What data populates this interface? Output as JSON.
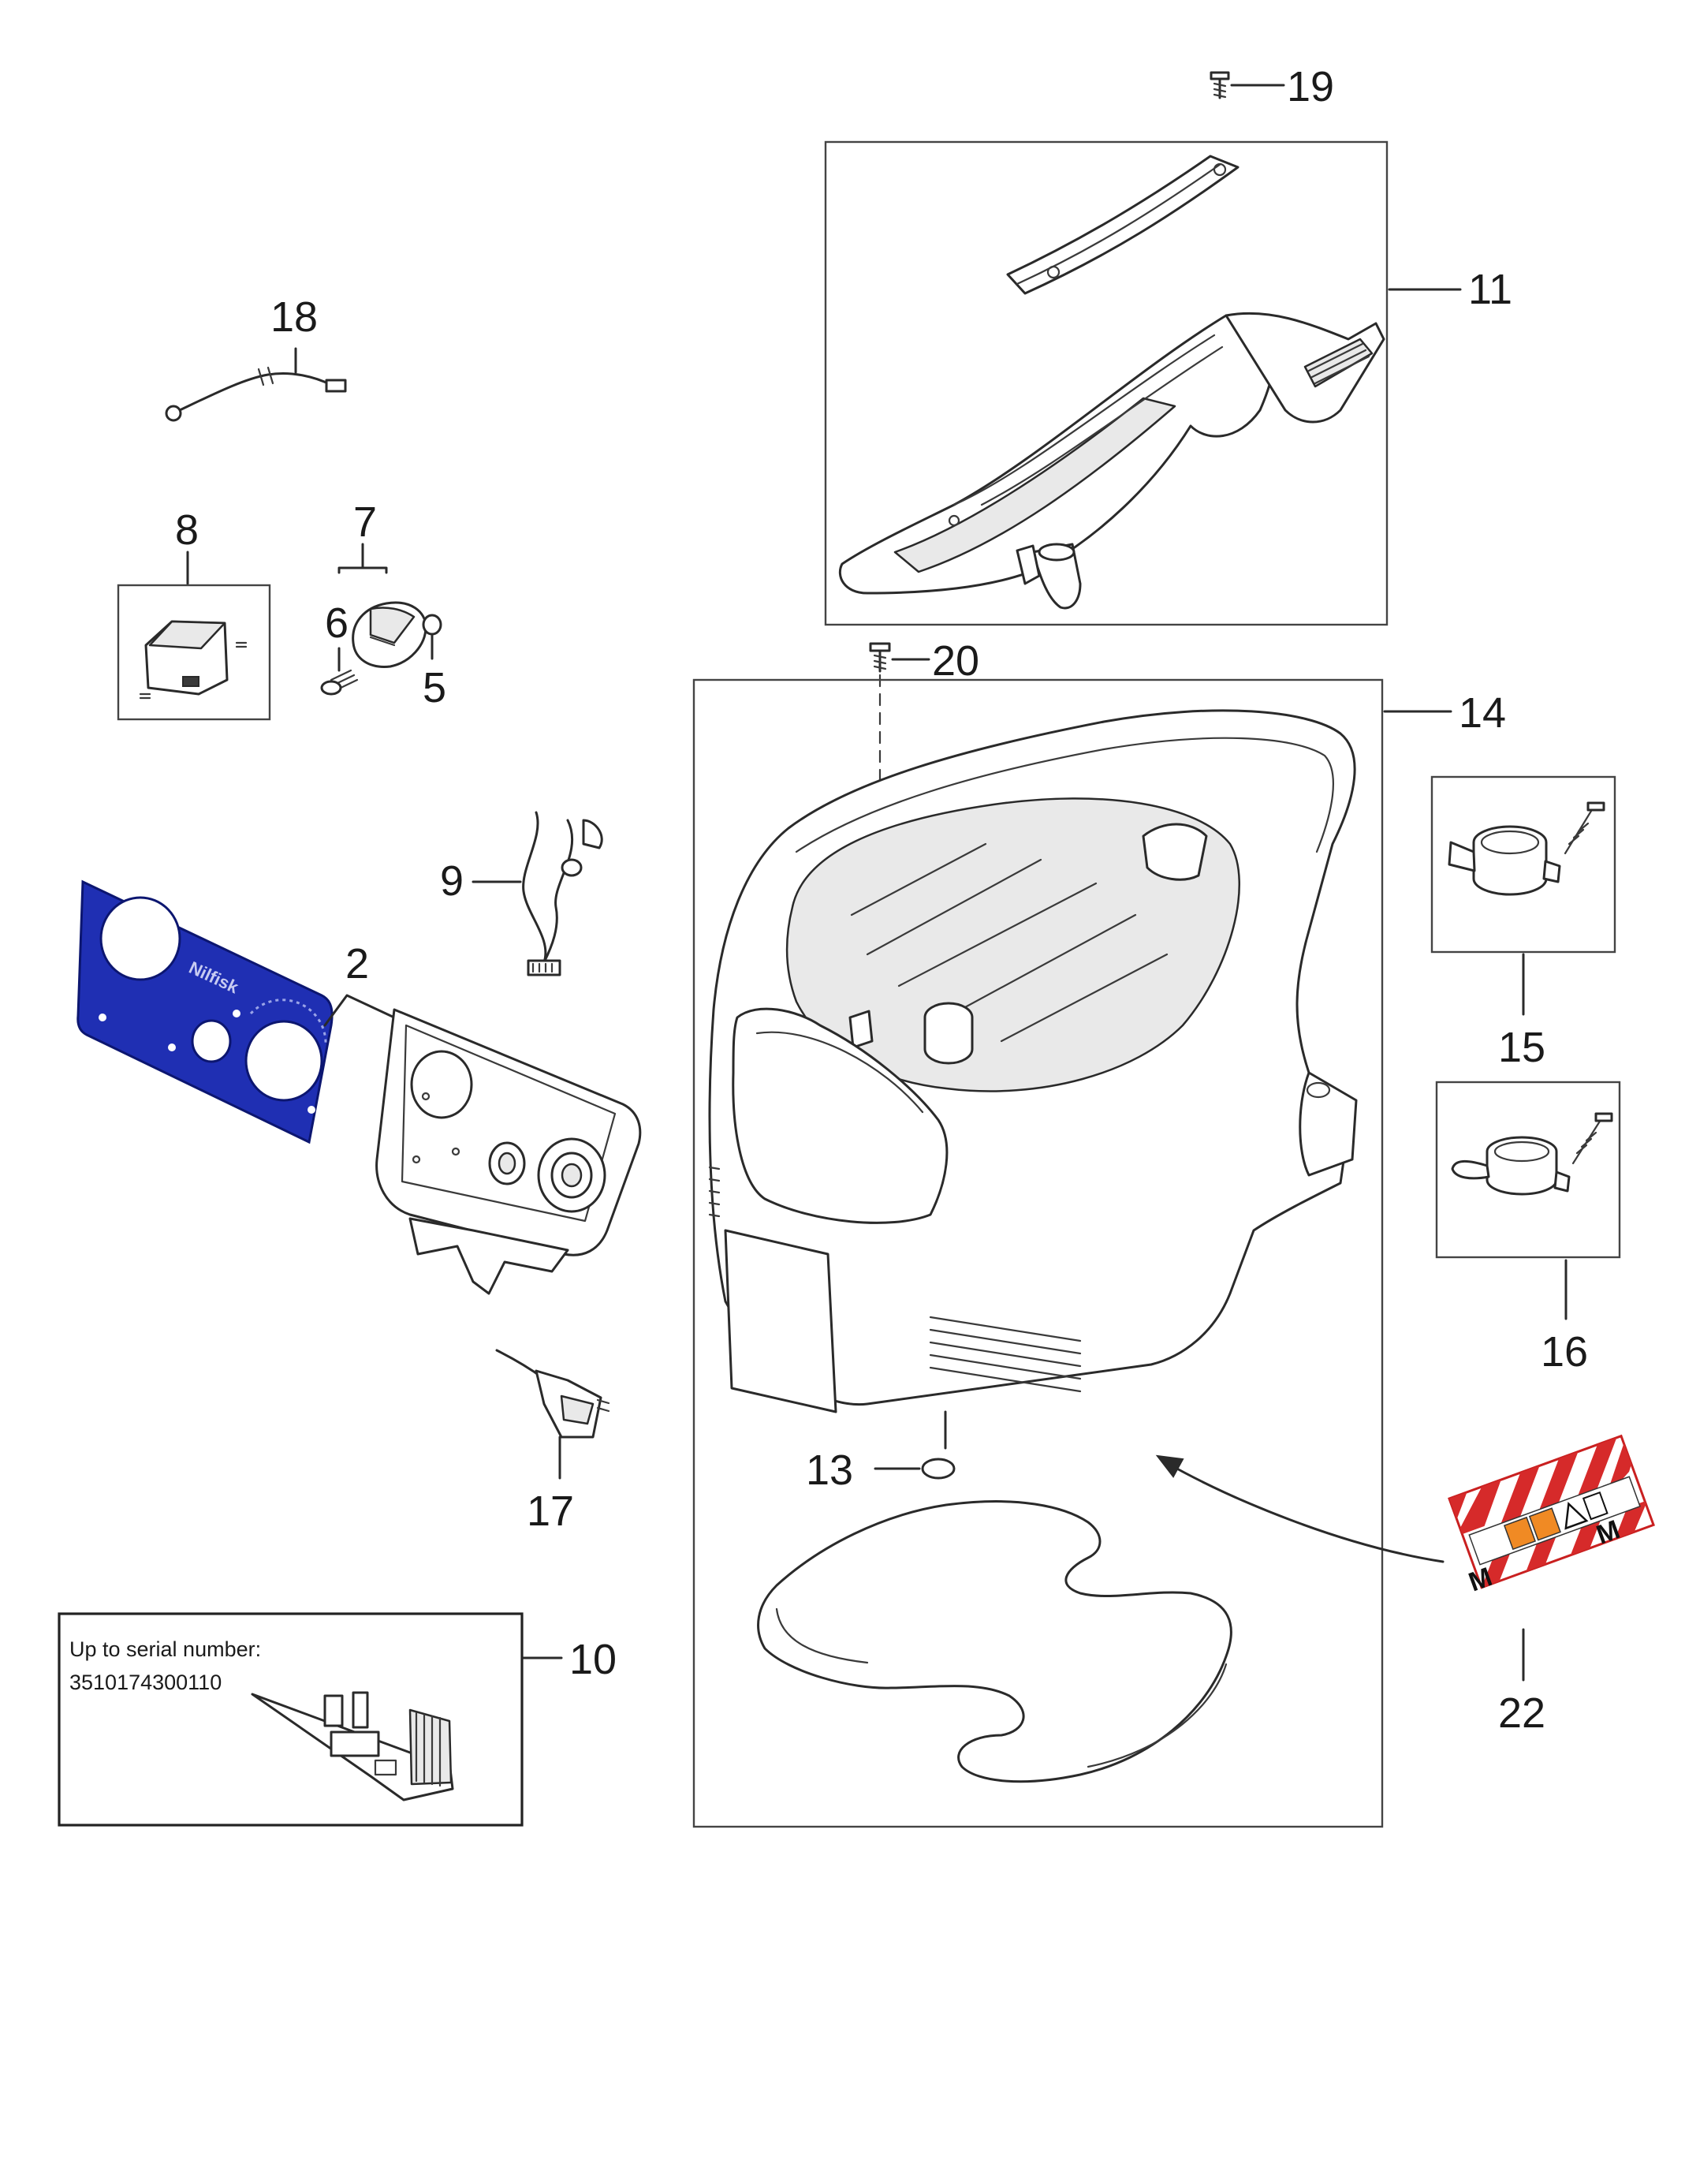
{
  "colors": {
    "line": "#2a2a2a",
    "panel_blue": "#1f2fb3",
    "warning_red": "#d62a2a",
    "warning_orange": "#f08a24"
  },
  "callouts": {
    "p2": "2",
    "p5": "5",
    "p6": "6",
    "p7": "7",
    "p8": "8",
    "p9": "9",
    "p10": "10",
    "p11": "11",
    "p13": "13",
    "p14": "14",
    "p15": "15",
    "p16": "16",
    "p17": "17",
    "p18": "18",
    "p19": "19",
    "p20": "20",
    "p22": "22"
  },
  "note_box": {
    "line1": "Up to serial number:",
    "line2": "3510174300110"
  },
  "panel_logo": "Nilfisk",
  "label_letters": {
    "left": "M",
    "right": "M"
  }
}
